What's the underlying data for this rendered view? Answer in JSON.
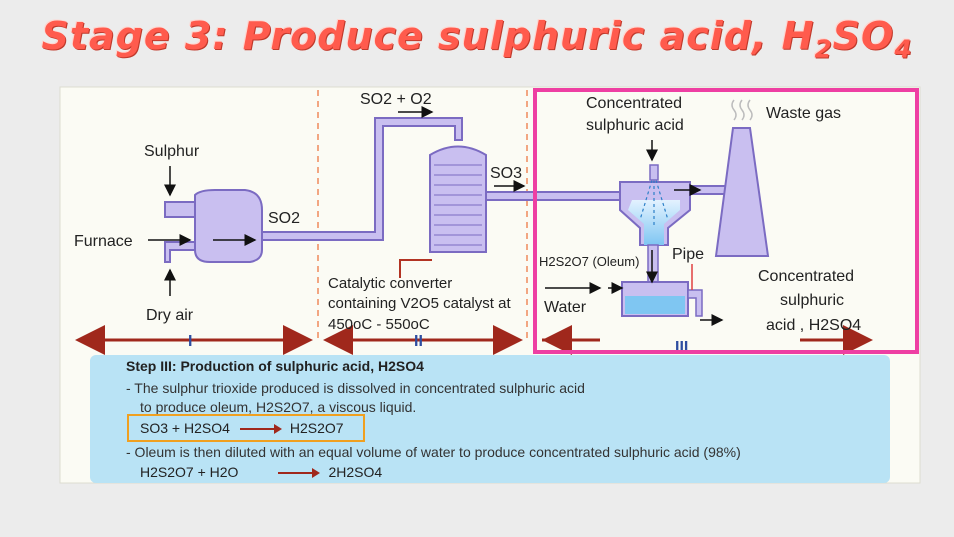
{
  "title": {
    "prefix": "Stage 3: Produce sulphuric acid, H",
    "sub1": "2",
    "mid": "SO",
    "sub2": "4"
  },
  "labels": {
    "sulphur": "Sulphur",
    "furnace": "Furnace",
    "dry_air": "Dry air",
    "so2": "SO2",
    "so2_o2": "SO2 + O2",
    "so3": "SO3",
    "catalytic_converter": "Catalytic converter",
    "converter_line2": "containing V2O5 catalyst at",
    "converter_line3": "450oC - 550oC",
    "concentrated_acid_top1": "Concentrated",
    "concentrated_acid_top2": "sulphuric acid",
    "waste_gas": "Waste gas",
    "oleum": "H2S2O7 (Oleum)",
    "pipe": "Pipe",
    "water": "Water",
    "output1": "Concentrated",
    "output2": "sulphuric",
    "output3": "acid , H2SO4",
    "stage_i": "I",
    "stage_ii": "II",
    "stage_iii": "III"
  },
  "step": {
    "title": "Step III: Production of sulphuric acid, H2SO4",
    "line1": "- The sulphur trioxide produced is dissolved in concentrated sulphuric acid",
    "line2": "to produce oleum, H2S2O7, a viscous liquid.",
    "eq1_left": "SO3 + H2SO4",
    "eq1_right": "H2S2O7",
    "line3": "- Oleum is then diluted with an equal volume of water to produce concentrated sulphuric acid (98%)",
    "eq2_left": "H2S2O7 + H2O",
    "eq2_right": "2H2SO4"
  },
  "colors": {
    "pipe_fill": "#c9bff0",
    "pipe_stroke": "#7b6bc2",
    "arrow_red": "#a0281c",
    "highlight_pink": "#ee3fa3",
    "highlight_orange": "#f0a020",
    "step_bg": "#b9e3f5",
    "title": "#ff5b4d"
  }
}
